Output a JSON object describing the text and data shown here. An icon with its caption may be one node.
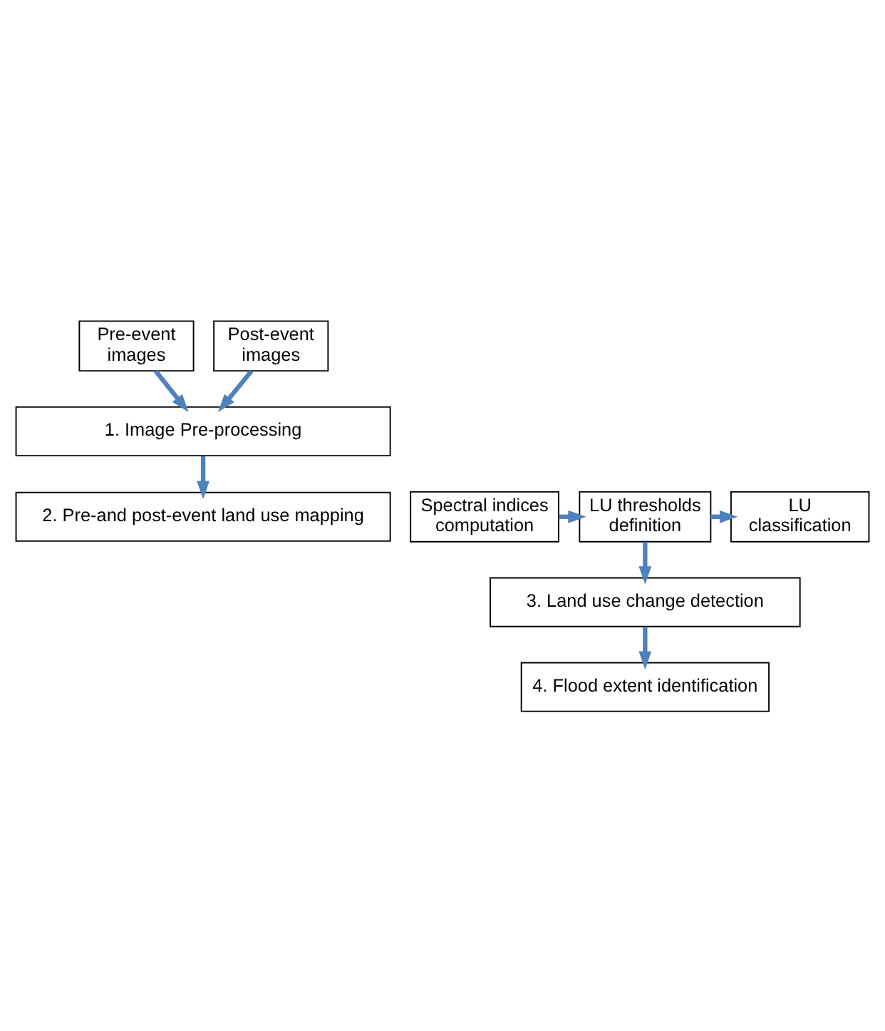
{
  "diagram": {
    "nodes": [
      {
        "text": [
          "Pre-event images"
        ]
      },
      {
        "text": [
          "Post-event images"
        ]
      },
      {
        "text": [
          "1. Image Pre-processing"
        ]
      },
      {
        "text": [
          "2. Pre-and post-event land use mapping"
        ]
      },
      {
        "text": [
          "Spectral indices computation"
        ]
      },
      {
        "text": [
          "LU thresholds definition"
        ]
      },
      {
        "text": [
          "LU classification"
        ]
      },
      {
        "text": [
          "3. Land use change detection"
        ]
      },
      {
        "text": [
          "4. Flood extent identification"
        ]
      }
    ],
    "edges": [
      {
        "from": 0,
        "to": 2,
        "arrow": "to"
      },
      {
        "from": 1,
        "to": 2,
        "arrow": "to"
      },
      {
        "from": 2,
        "to": 3,
        "arrow": "to"
      },
      {
        "from": 4,
        "to": 5,
        "arrow": "to"
      },
      {
        "from": 5,
        "to": 6,
        "arrow": "to"
      },
      {
        "from": 5,
        "to": 7,
        "arrow": "to"
      },
      {
        "from": 7,
        "to": 8,
        "arrow": "to"
      }
    ]
  }
}
